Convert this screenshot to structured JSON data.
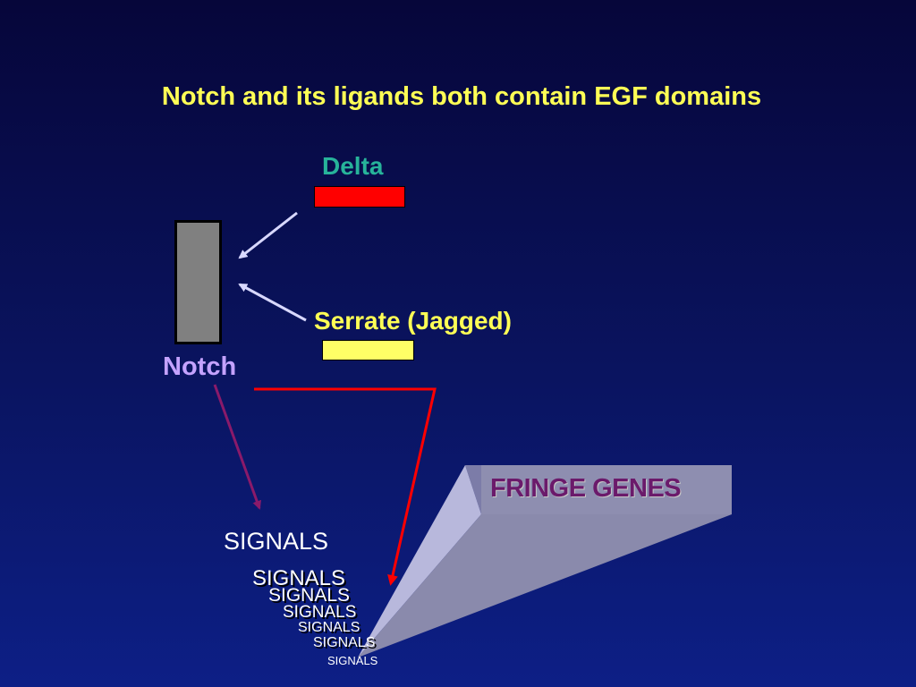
{
  "slide": {
    "title": "Notch and its ligands both contain EGF domains",
    "delta_label": "Delta",
    "serrate_label": "Serrate (Jagged)",
    "notch_label": "Notch",
    "fringe_label": "FRINGE GENES",
    "signals_main": "SIGNALS",
    "signals_cascade": [
      "SIGNALS",
      "SIGNALS",
      "SIGNALS",
      "SIGNALS",
      "SIGNALS",
      "SIGNALS"
    ]
  },
  "colors": {
    "background_top": "#06063a",
    "background_bottom": "#0d1f86",
    "title": "#ffff55",
    "delta_label": "#27b39a",
    "delta_bar": "#ff0000",
    "serrate_bar": "#ffff66",
    "notch_bar": "#808080",
    "notch_label": "#c4a2ff",
    "fringe_label": "#6b1a6b",
    "fringe_box": "#8888aa",
    "arrow_light": "#d8d8ff",
    "arrow_red": "#ff0000",
    "arrow_purple": "#8a1a6a"
  }
}
